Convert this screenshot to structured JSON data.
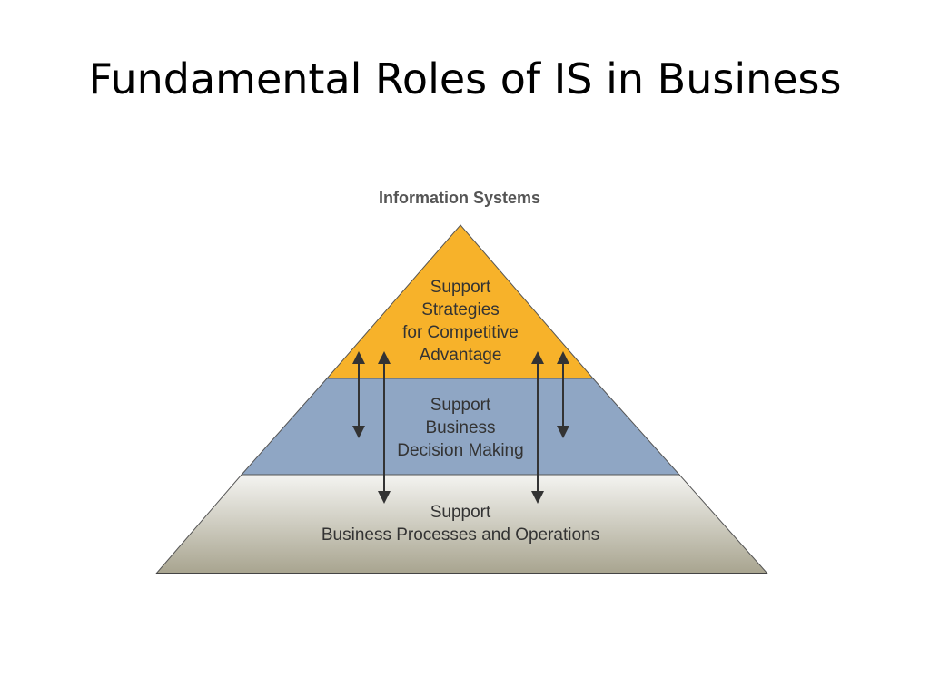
{
  "slide": {
    "title": "Fundamental Roles of IS in Business"
  },
  "diagram": {
    "header": "Information Systems",
    "levels": {
      "top": {
        "lines": [
          "Support",
          "Strategies",
          "for Competitive",
          "Advantage"
        ],
        "color": "#F7B22A"
      },
      "middle": {
        "lines": [
          "Support",
          "Business",
          "Decision Making"
        ],
        "color": "#8FA6C4"
      },
      "bottom": {
        "lines": [
          "Support",
          "Business Processes and Operations"
        ],
        "color_light": "#F4F4F1",
        "color_dark": "#A8A48F"
      }
    },
    "arrow_color": "#333333"
  }
}
